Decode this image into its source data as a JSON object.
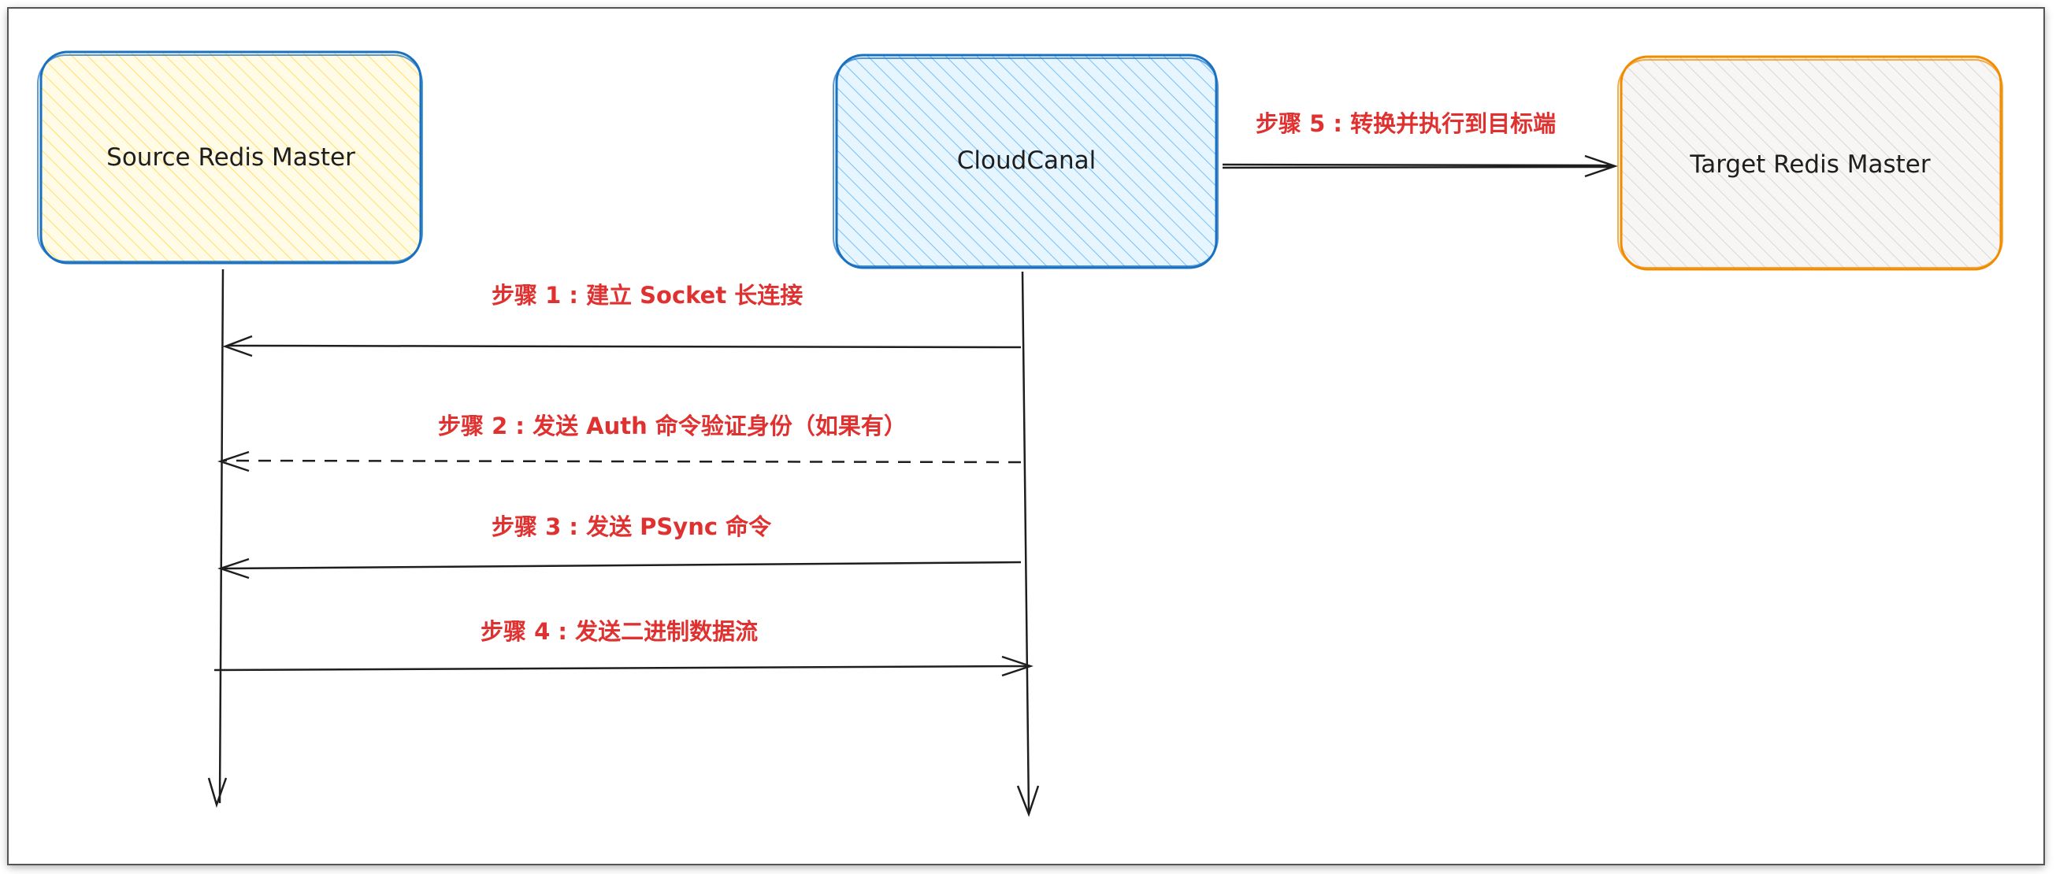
{
  "nodes": {
    "source": {
      "label": "Source Redis Master",
      "fill": "#fff3bf",
      "stroke": "#1971c2"
    },
    "cloudcanal": {
      "label": "CloudCanal",
      "fill": "#a5d8ff",
      "stroke": "#1971c2"
    },
    "target": {
      "label": "Target Redis Master",
      "fill": "#e9ecef",
      "stroke": "#f08c00"
    }
  },
  "steps": [
    {
      "label": "步骤 1 : 建立 Socket 长连接",
      "style": "solid",
      "direction": "to-source"
    },
    {
      "label": "步骤 2 : 发送 Auth 命令验证身份（如果有）",
      "style": "dashed",
      "direction": "to-source"
    },
    {
      "label": "步骤 3 : 发送 PSync 命令",
      "style": "solid",
      "direction": "to-source"
    },
    {
      "label": "步骤 4 : 发送二进制数据流",
      "style": "solid",
      "direction": "to-cloudcanal"
    },
    {
      "label": "步骤 5 : 转换并执行到目标端",
      "style": "solid",
      "direction": "to-target"
    }
  ],
  "colors": {
    "step_text": "#e03131",
    "line": "#1e1e1e",
    "frame": "#555555"
  }
}
